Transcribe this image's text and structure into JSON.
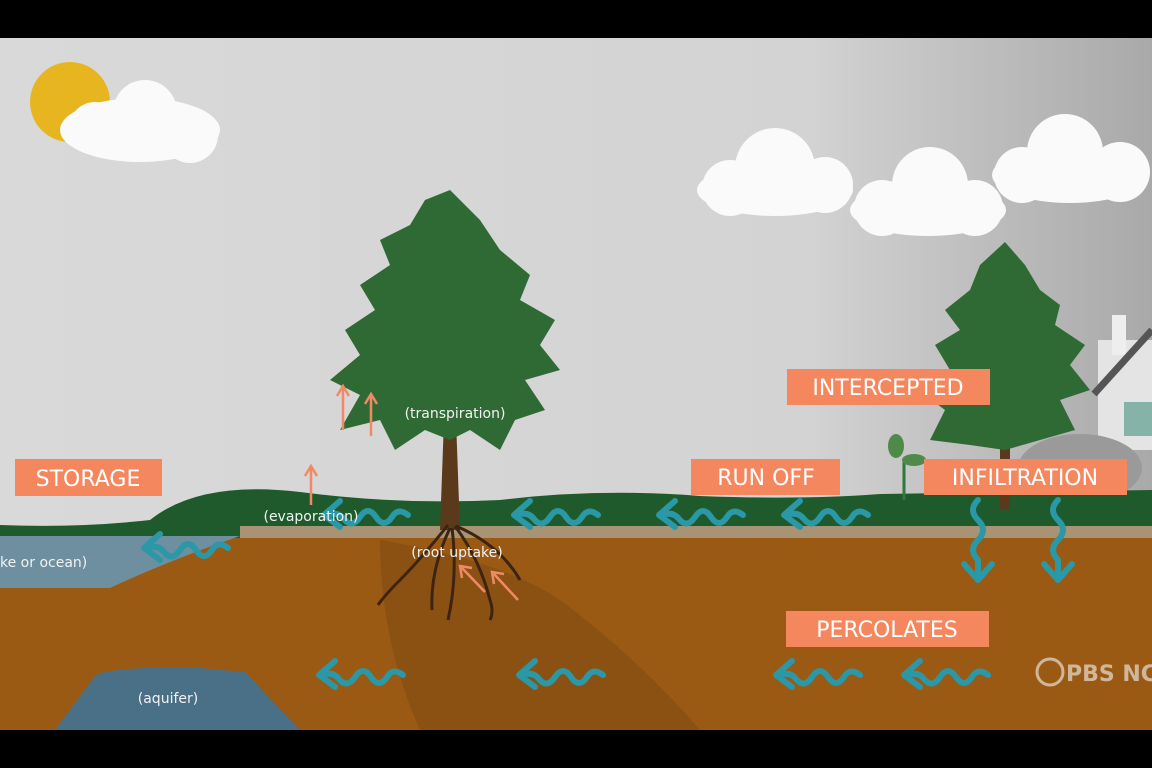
{
  "labels": {
    "storage": "STORAGE",
    "intercepted": "INTERCEPTED",
    "run_off": "RUN OFF",
    "infiltration": "INFILTRATION",
    "percolates": "PERCOLATES"
  },
  "annotations": {
    "transpiration": "(transpiration)",
    "evaporation": "(evaporation)",
    "lake": "ke or ocean)",
    "root_uptake": "(root uptake)",
    "aquifer": "(aquifer)"
  },
  "watermark": "PBS NC",
  "colors": {
    "label_bg": "#f4875e",
    "water_arrow": "#2a98a6",
    "vapor_arrow": "#f08a66",
    "sky": "#d3d3d3",
    "grass": "#1f5a2c",
    "soil": "#9a5a14",
    "water": "#6e8fa0"
  }
}
